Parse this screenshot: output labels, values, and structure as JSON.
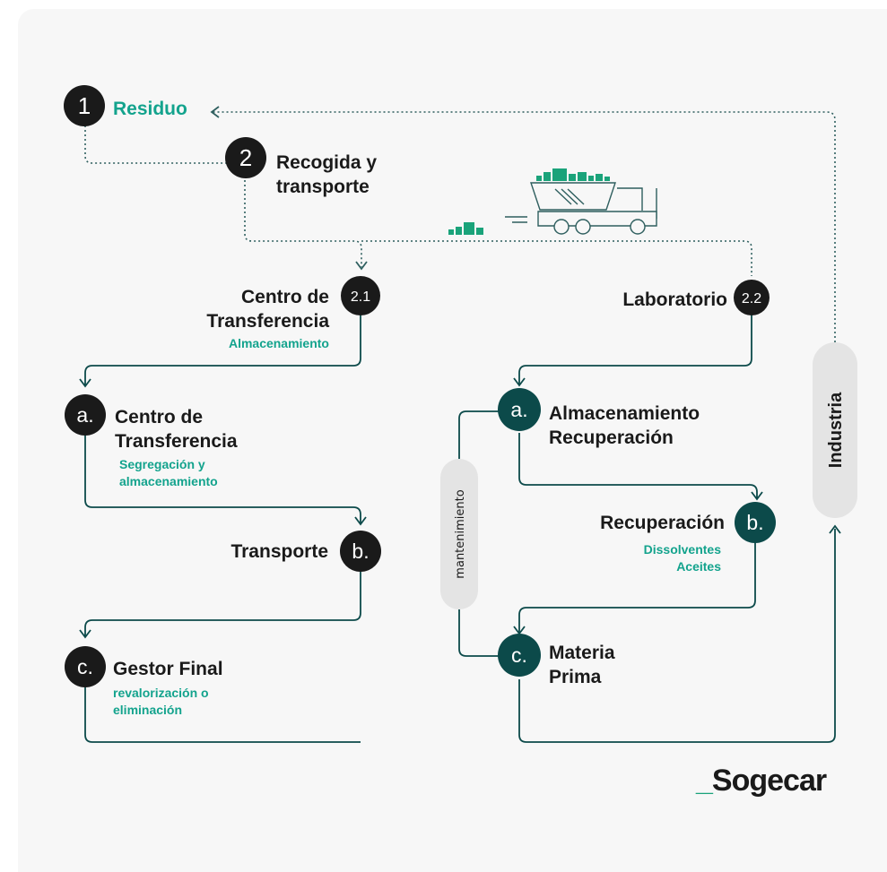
{
  "steps": {
    "s1": {
      "num": "1",
      "label": "Residuo"
    },
    "s2": {
      "num": "2",
      "label_line1": "Recogida y",
      "label_line2": "transporte"
    },
    "s21": {
      "num": "2.1",
      "label_line1": "Centro de",
      "label_line2": "Transferencia",
      "sub": "Almacenamiento"
    },
    "s22": {
      "num": "2.2",
      "label": "Laboratorio"
    }
  },
  "left_branch": {
    "a": {
      "num": "a.",
      "label_line1": "Centro de",
      "label_line2": "Transferencia",
      "sub_line1": "Segregación y",
      "sub_line2": "almacenamiento"
    },
    "b": {
      "num": "b.",
      "label": "Transporte"
    },
    "c": {
      "num": "c.",
      "label": "Gestor Final",
      "sub_line1": "revalorización o",
      "sub_line2": "eliminación"
    }
  },
  "right_branch": {
    "a": {
      "num": "a.",
      "label_line1": "Almacenamiento",
      "label_line2": "Recuperación"
    },
    "b": {
      "num": "b.",
      "label": "Recuperación",
      "sub_line1": "Dissolventes",
      "sub_line2": "Aceites"
    },
    "c": {
      "num": "c.",
      "label_line1": "Materia",
      "label_line2": "Prima"
    }
  },
  "pills": {
    "maintenance": "mantenimiento",
    "industry": "Industria"
  },
  "brand": {
    "name": "Sogecar",
    "underscore": "_"
  },
  "colors": {
    "dark": "#1a1a1a",
    "teal_dark": "#0c4a4a",
    "teal": "#13a38d",
    "green": "#1aa37a",
    "pill": "#e4e4e4",
    "background": "#f7f7f7"
  },
  "icons": [
    "truck-icon",
    "cargo-blocks-icon",
    "small-blocks-icon"
  ]
}
